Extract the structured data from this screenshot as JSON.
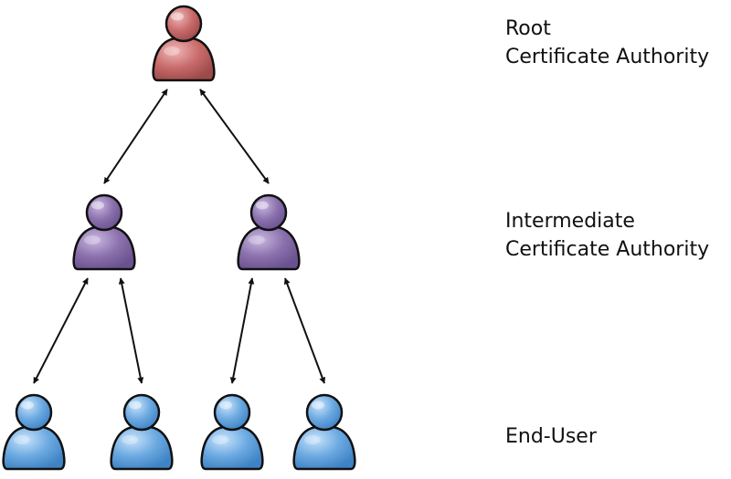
{
  "levels": {
    "root": {
      "line1": "Root",
      "line2": "Certificate Authority",
      "color": "#c86a6a"
    },
    "intermediate": {
      "line1": "Intermediate",
      "line2": "Certificate Authority",
      "color": "#8a70ac"
    },
    "end_user": {
      "line1": "End-User",
      "color": "#6aa8e0"
    }
  },
  "nodes": [
    {
      "id": "root-ca",
      "level": "root",
      "icon": "person-icon"
    },
    {
      "id": "intermediate-ca-1",
      "level": "intermediate",
      "icon": "person-icon"
    },
    {
      "id": "intermediate-ca-2",
      "level": "intermediate",
      "icon": "person-icon"
    },
    {
      "id": "end-user-1",
      "level": "end_user",
      "icon": "person-icon"
    },
    {
      "id": "end-user-2",
      "level": "end_user",
      "icon": "person-icon"
    },
    {
      "id": "end-user-3",
      "level": "end_user",
      "icon": "person-icon"
    },
    {
      "id": "end-user-4",
      "level": "end_user",
      "icon": "person-icon"
    }
  ],
  "edges": [
    {
      "from": "root-ca",
      "to": "intermediate-ca-1",
      "direction": "both"
    },
    {
      "from": "root-ca",
      "to": "intermediate-ca-2",
      "direction": "both"
    },
    {
      "from": "intermediate-ca-1",
      "to": "end-user-1",
      "direction": "both"
    },
    {
      "from": "intermediate-ca-1",
      "to": "end-user-2",
      "direction": "both"
    },
    {
      "from": "intermediate-ca-2",
      "to": "end-user-3",
      "direction": "both"
    },
    {
      "from": "intermediate-ca-2",
      "to": "end-user-4",
      "direction": "both"
    }
  ]
}
